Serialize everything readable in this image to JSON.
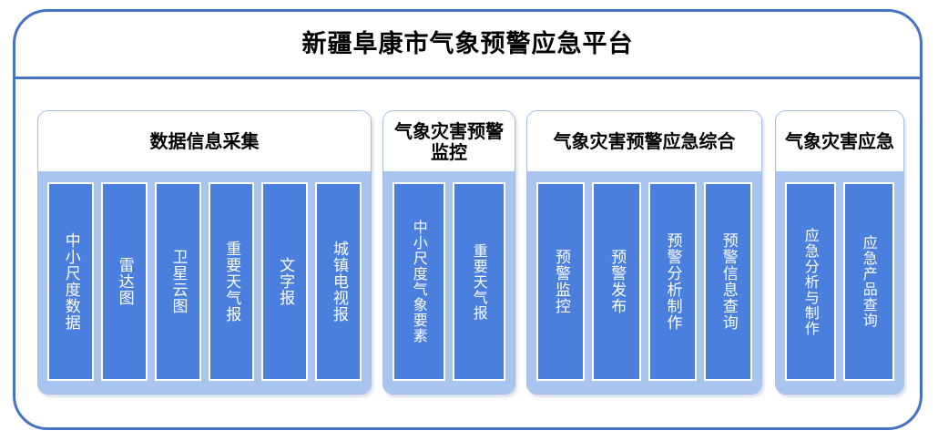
{
  "platform": {
    "title": "新疆阜康市气象预警应急平台",
    "accent_color": "#4472c4",
    "group_body_color": "#a8c4ef",
    "leaf_color": "#4a7fdd",
    "leaf_text_color": "#ffffff"
  },
  "groups": [
    {
      "id": "data-collection",
      "header": "数据信息采集",
      "items": [
        {
          "label": "中小尺度数据"
        },
        {
          "label": "雷达图"
        },
        {
          "label": "卫星云图"
        },
        {
          "label": "重要天气报"
        },
        {
          "label": "文字报"
        },
        {
          "label": "城镇电视报"
        }
      ]
    },
    {
      "id": "disaster-warning-monitor",
      "header": "气象灾害预警监控",
      "items": [
        {
          "label": "中小尺度气象要素"
        },
        {
          "label": "重要天气报"
        }
      ]
    },
    {
      "id": "warning-emergency-integrated",
      "header": "气象灾害预警应急综合",
      "items": [
        {
          "label": "预警监控"
        },
        {
          "label": "预警发布"
        },
        {
          "label": "预警分析制作"
        },
        {
          "label": "预警信息查询"
        }
      ]
    },
    {
      "id": "disaster-emergency",
      "header": "气象灾害应急",
      "items": [
        {
          "label": "应急分析与制作"
        },
        {
          "label": "应急产品查询"
        }
      ]
    }
  ]
}
